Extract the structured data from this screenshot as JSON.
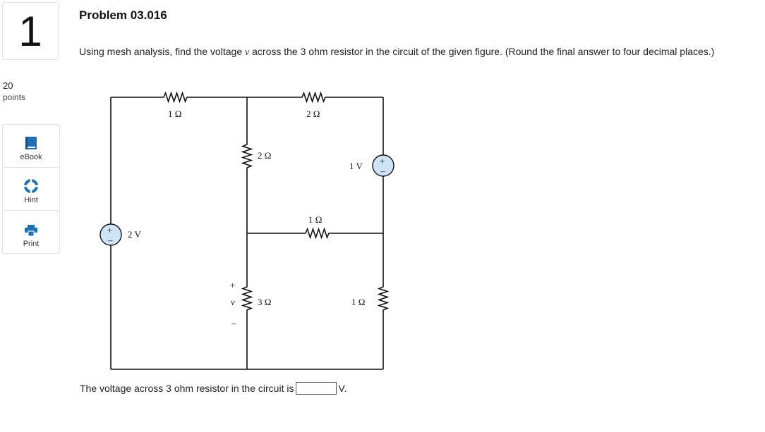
{
  "question": {
    "number": "1",
    "points_value": "20",
    "points_label": "points",
    "title": "Problem 03.016",
    "text_before_var": "Using mesh analysis, find the voltage ",
    "variable": "v",
    "text_after_var": " across the 3 ohm resistor in the circuit of the given figure. (Round the final answer to four decimal places.)"
  },
  "tools": {
    "ebook": "eBook",
    "hint": "Hint",
    "print": "Print"
  },
  "circuit": {
    "r_top_left": "1 Ω",
    "r_top_right": "2 Ω",
    "r_mid_vertical": "2 Ω",
    "r_mid_horizontal": "1 Ω",
    "r_bottom_middle": "3 Ω",
    "r_bottom_right": "1 Ω",
    "source_left": "2 V",
    "source_right": "1 V",
    "plus_sign": "+",
    "minus_sign": "–",
    "v_label": "v"
  },
  "answer": {
    "prefix": "The voltage across 3 ohm resistor in the circuit is",
    "value": "",
    "unit": "V."
  },
  "colors": {
    "source_fill": "#cfe3f7",
    "icon_blue": "#1f6fb5"
  }
}
